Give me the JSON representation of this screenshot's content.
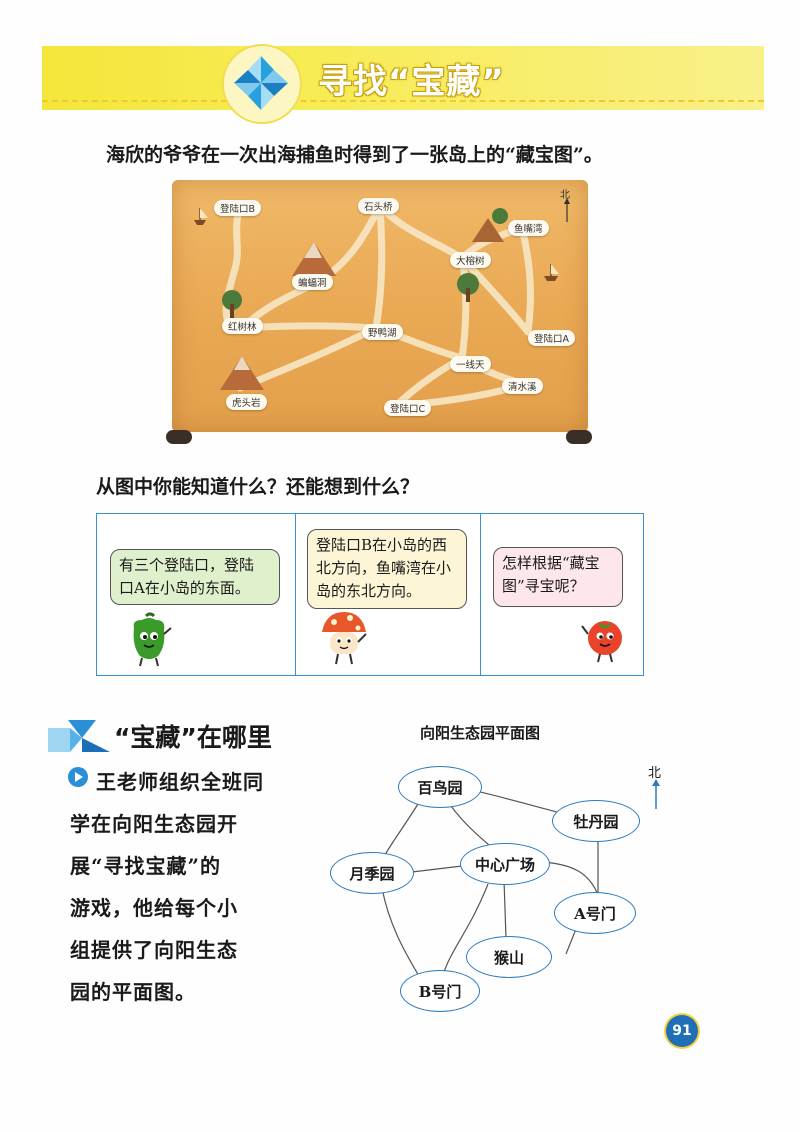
{
  "header": {
    "title": "寻找“宝藏”"
  },
  "intro": "海欣的爷爷在一次出海捕鱼时得到了一张岛上的“藏宝图”。",
  "treasure_map": {
    "north": "北",
    "places": {
      "landing_b": "登陆口B",
      "stone_bridge": "石头桥",
      "fish_mouth_bay": "鱼嘴湾",
      "bat_cave": "蝙蝠洞",
      "banyan": "大榕树",
      "mangrove": "红树林",
      "wild_duck_lake": "野鸭湖",
      "landing_a": "登陆口A",
      "yixiantian": "一线天",
      "spring": "清水溪",
      "tiger_rock": "虎头岩",
      "landing_c": "登陆口C"
    }
  },
  "question": "从图中你能知道什么？还能想到什么？",
  "bubbles": [
    {
      "lines": [
        "有三个登陆口，登陆",
        "口A在小岛的东面。"
      ]
    },
    {
      "lines": [
        "登陆口B在小岛的西",
        "北方向，鱼嘴湾在小",
        "岛的东北方向。"
      ]
    },
    {
      "lines": [
        "怎样根据“藏宝",
        "图”寻宝呢？"
      ]
    }
  ],
  "section": {
    "title": "“宝藏”在哪里",
    "body_lines": [
      "王老师组织全班同",
      "学在向阳生态园开",
      "展“寻找宝藏”的",
      "游戏，他给每个小",
      "组提供了向阳生态",
      "园的平面图。"
    ]
  },
  "plan": {
    "title": "向阳生态园平面图",
    "north": "北",
    "nodes": {
      "birds": "百鸟园",
      "peony": "牡丹园",
      "rose": "月季园",
      "center": "中心广场",
      "gate_a": "A号门",
      "monkey": "猴山",
      "gate_b": "B号门"
    }
  },
  "page_number": "91",
  "colors": {
    "banner": "#f4e63a",
    "accent_blue": "#2d7cc2",
    "map_paper": "#e9a853"
  }
}
